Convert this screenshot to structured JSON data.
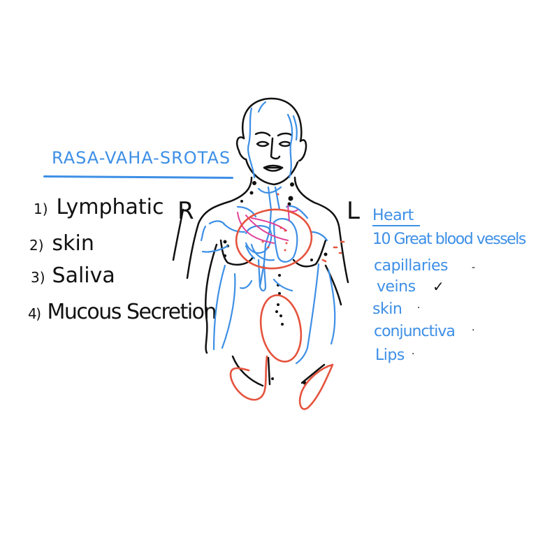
{
  "title": "RASA-VAHA-SROTAS",
  "left_list": [
    {
      "num": "1)",
      "label": "Lymphatic"
    },
    {
      "num": "2)",
      "label": "skin"
    },
    {
      "num": "3)",
      "label": "Saliva"
    },
    {
      "num": "4)",
      "label": "Mucous Secretion"
    }
  ],
  "side_labels": {
    "right": "R",
    "left": "L"
  },
  "right_list": {
    "heading": "Heart",
    "items": [
      {
        "label": "10 Great blood vessels",
        "mark": ""
      },
      {
        "label": "capillaries",
        "mark": "-"
      },
      {
        "label": "veins",
        "mark": "✓"
      },
      {
        "label": "skin",
        "mark": "·"
      },
      {
        "label": "conjunctiva",
        "mark": "·"
      },
      {
        "label": "Lips",
        "mark": "·"
      }
    ]
  },
  "colors": {
    "ink_black": "#111111",
    "ink_blue": "#3d8fe6",
    "ink_red": "#e5533d",
    "ink_pink": "#e0409a",
    "background": "#ffffff"
  }
}
